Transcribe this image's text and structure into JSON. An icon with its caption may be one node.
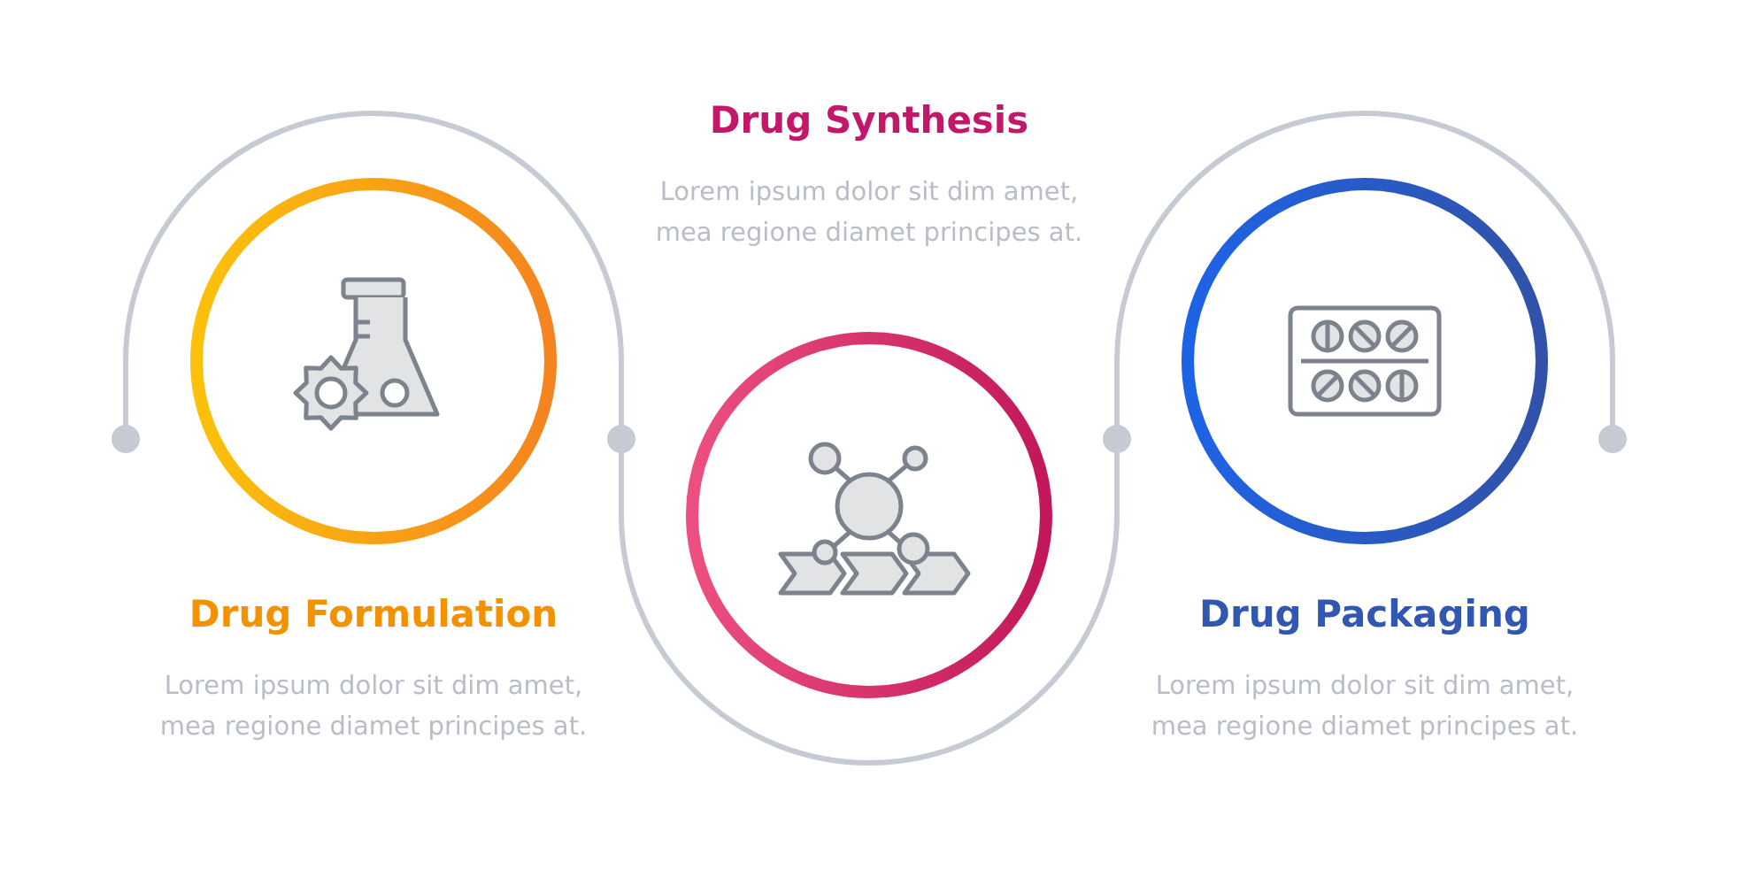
{
  "diagram": {
    "nodes": [
      {
        "text": [
          "Drug Formulation",
          "Lorem ipsum dolor sit dim amet, mea regione diamet principes at."
        ]
      },
      {
        "text": [
          "Drug Synthesis",
          "Lorem ipsum dolor sit dim amet, mea regione diamet principes at."
        ]
      },
      {
        "text": [
          "Drug Packaging",
          "Lorem ipsum dolor sit dim amet, mea regione diamet principes at."
        ]
      }
    ]
  }
}
